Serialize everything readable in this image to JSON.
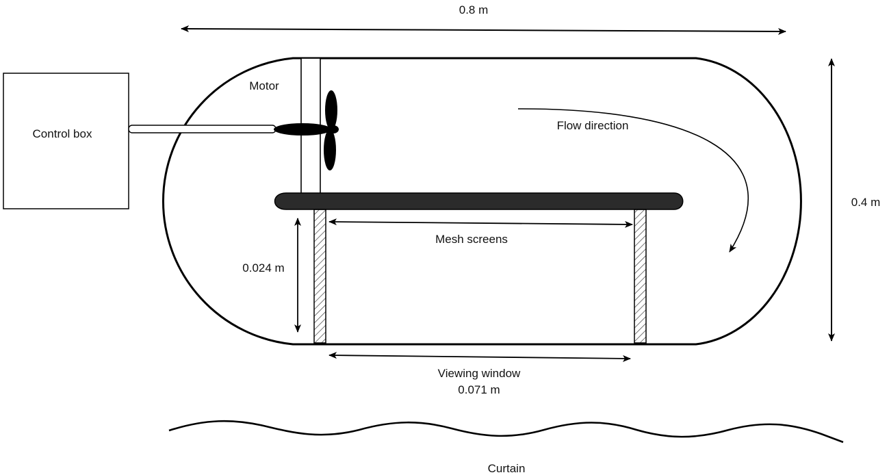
{
  "labels": {
    "total_length": "0.8 m",
    "height": "0.4 m",
    "control_box": "Control box",
    "motor": "Motor",
    "flow_direction": "Flow direction",
    "mesh_screens": "Mesh screens",
    "gap_height": "0.024 m",
    "viewing_window": "Viewing window",
    "window_length": "0.071 m",
    "curtain": "Curtain"
  },
  "colors": {
    "stroke": "#000000",
    "fill_dark": "#2b2b2b",
    "background": "#ffffff"
  }
}
